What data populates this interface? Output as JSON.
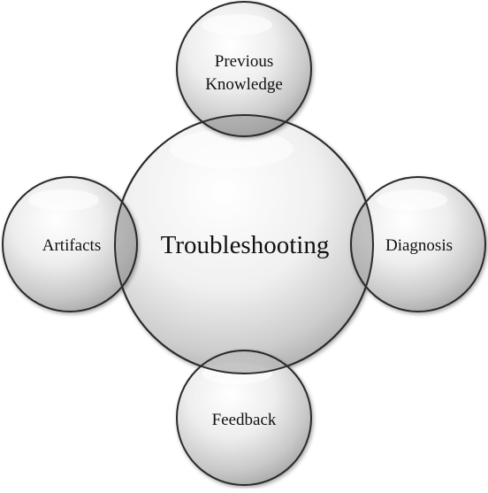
{
  "diagram": {
    "center": {
      "label": "Troubleshooting"
    },
    "satellites": {
      "top": {
        "line1": "Previous",
        "line2": "Knowledge"
      },
      "left": {
        "label": "Artifacts"
      },
      "right": {
        "label": "Diagnosis"
      },
      "bottom": {
        "label": "Feedback"
      }
    },
    "colors": {
      "bubble_outline": "#2b2b2b",
      "bubble_highlight": "#ffffff",
      "bubble_shade": "#a9a9a9",
      "overlap_fill": "#9a9a9a",
      "text": "#111111"
    }
  }
}
